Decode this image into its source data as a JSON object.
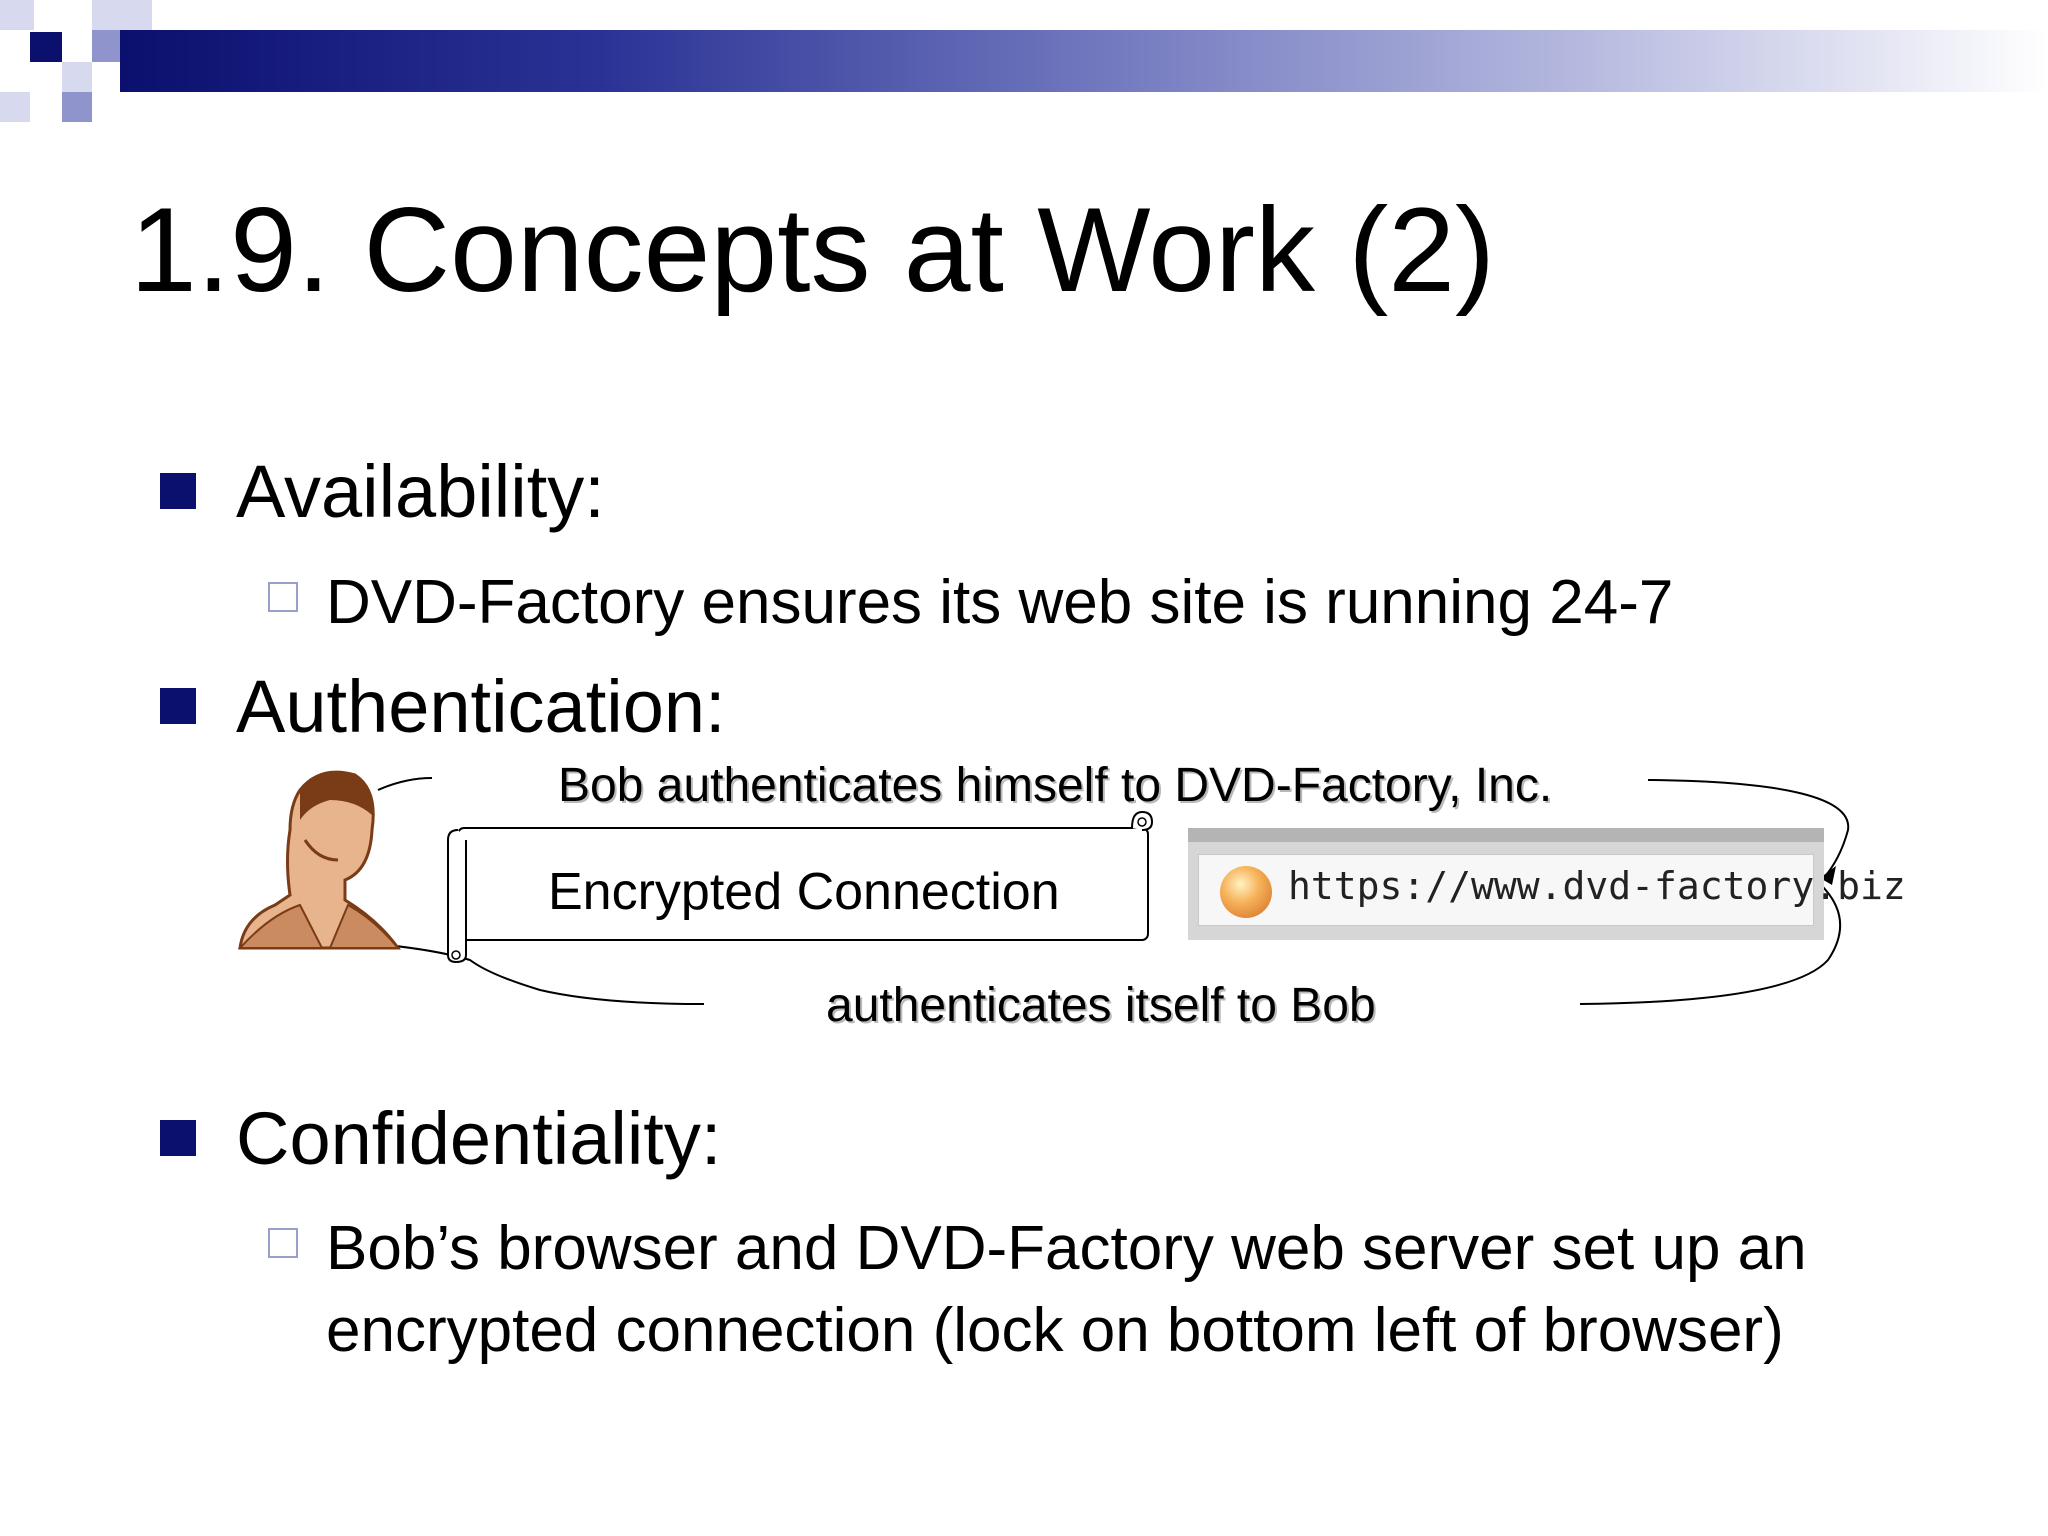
{
  "slide": {
    "title": "1.9. Concepts at Work (2)",
    "bullets": [
      {
        "label": "Availability:",
        "sub": "DVD-Factory ensures its web site is running 24-7"
      },
      {
        "label": "Authentication:"
      },
      {
        "label": "Confidentiality:",
        "sub": "Bob’s browser and DVD-Factory web server set up an encrypted connection (lock on bottom left of browser)"
      }
    ]
  },
  "diagram": {
    "top_caption": "Bob authenticates himself to DVD-Factory, Inc.",
    "scroll_label": "Encrypted Connection",
    "browser_url": "https://www.dvd-factory.biz",
    "bottom_caption": "authenticates itself to Bob",
    "icons": [
      "person-clipart-icon",
      "globe-icon"
    ]
  },
  "colors": {
    "accent": "#0b0f6e",
    "sub_bullet_border": "#9a9fc9"
  }
}
